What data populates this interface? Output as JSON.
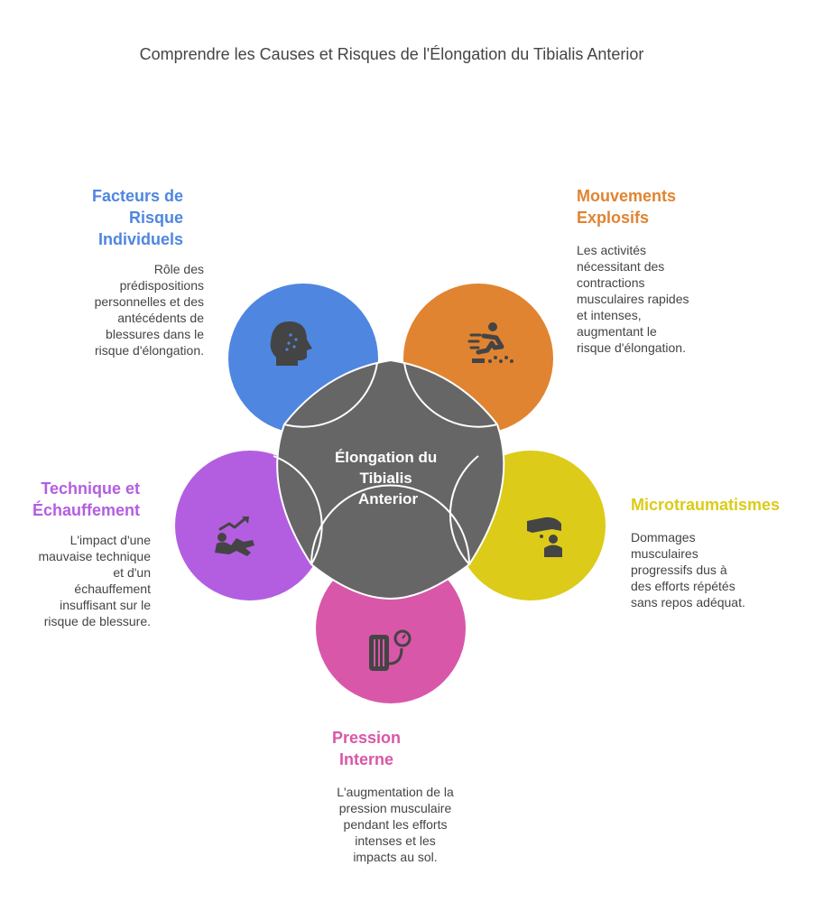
{
  "title": "Comprendre les Causes et Risques de l'Élongation du Tibialis Anterior",
  "center_label": [
    "Élongation du",
    "Tibialis",
    "Anterior"
  ],
  "colors": {
    "center": "#666666",
    "facteurs": "#4f86e0",
    "mouvements": "#e08431",
    "micro": "#dccb18",
    "pression": "#d957a8",
    "technique": "#b35ee0"
  },
  "nodes": {
    "facteurs": {
      "title": [
        "Facteurs de",
        "Risque",
        "Individuels"
      ],
      "desc": [
        "Rôle des",
        "prédispositions",
        "personnelles et des",
        "antécédents de",
        "blessures dans le",
        "risque d'élongation."
      ],
      "icon": "head-icon"
    },
    "mouvements": {
      "title": [
        "Mouvements",
        "Explosifs"
      ],
      "desc": [
        "Les activités",
        "nécessitant des",
        "contractions",
        "musculaires rapides",
        "et intenses,",
        "augmentant le",
        "risque d'élongation."
      ],
      "icon": "jumping-person-icon"
    },
    "micro": {
      "title": [
        "Microtraumatismes"
      ],
      "desc": [
        "Dommages",
        "musculaires",
        "progressifs dus à",
        "des efforts répétés",
        "sans repos adéquat."
      ],
      "icon": "hand-person-icon"
    },
    "pression": {
      "title": [
        "Pression",
        "Interne"
      ],
      "desc": [
        "L'augmentation de la",
        "pression musculaire",
        "pendant les efforts",
        "intenses et les",
        "impacts au sol."
      ],
      "icon": "pressure-gauge-icon"
    },
    "technique": {
      "title": [
        "Technique et",
        "Échauffement"
      ],
      "desc": [
        "L'impact d'une",
        "mauvaise technique",
        "et d'un",
        "échauffement",
        "insuffisant sur le",
        "risque de blessure."
      ],
      "icon": "workout-trend-icon"
    }
  }
}
